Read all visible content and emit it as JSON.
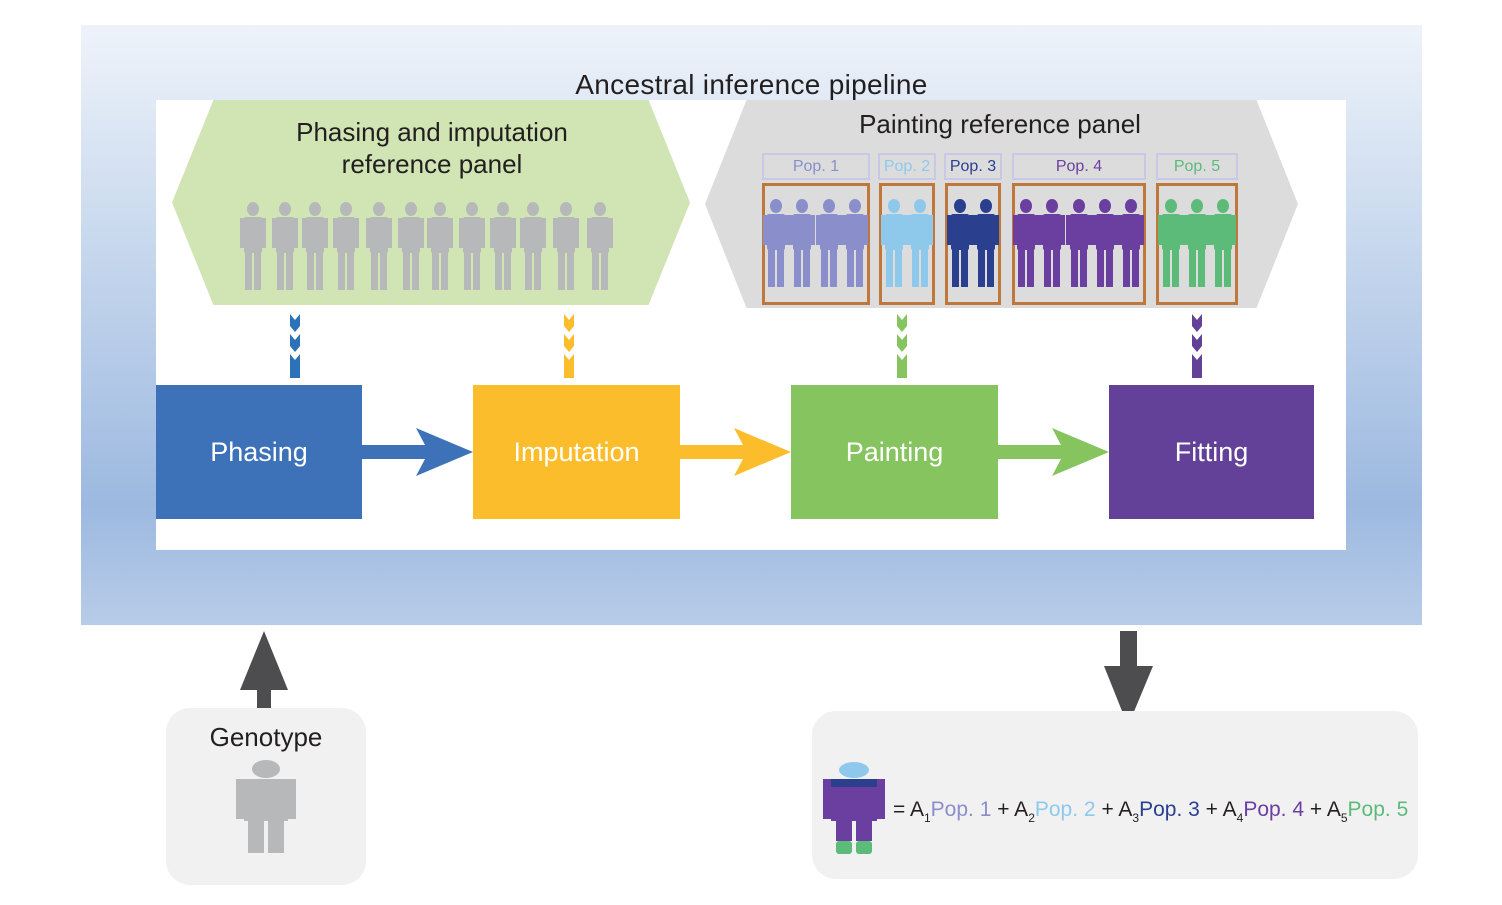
{
  "title": "Ancestral inference pipeline",
  "phasing_panel": {
    "title_line1": "Phasing and imputation",
    "title_line2": "reference panel"
  },
  "painting_panel": {
    "title": "Painting reference panel",
    "populations": [
      {
        "label": "Pop. 1",
        "color": "#8a8fcb"
      },
      {
        "label": "Pop. 2",
        "color": "#8ec9ec"
      },
      {
        "label": "Pop. 3",
        "color": "#2b3f8f"
      },
      {
        "label": "Pop. 4",
        "color": "#6b3fa0"
      },
      {
        "label": "Pop. 5",
        "color": "#5dbb7a"
      }
    ]
  },
  "stages": [
    {
      "label": "Phasing",
      "color": "#3e72b8"
    },
    {
      "label": "Imputation",
      "color": "#fbbd2c"
    },
    {
      "label": "Painting",
      "color": "#86c45f"
    },
    {
      "label": "Fitting",
      "color": "#644199"
    }
  ],
  "input": {
    "label": "Genotype"
  },
  "output": {
    "formula": {
      "equals": "=",
      "terms": [
        {
          "coef": "A",
          "sub": "1",
          "pop": "Pop. 1",
          "plus": "+"
        },
        {
          "coef": "A",
          "sub": "2",
          "pop": "Pop. 2",
          "plus": "+"
        },
        {
          "coef": "A",
          "sub": "3",
          "pop": "Pop. 3",
          "plus": "+"
        },
        {
          "coef": "A",
          "sub": "4",
          "pop": "Pop. 4",
          "plus": "+"
        },
        {
          "coef": "A",
          "sub": "5",
          "pop": "Pop. 5",
          "plus": ""
        }
      ]
    }
  },
  "colors": {
    "person_grey": "#b7b8ba",
    "arrow_dark": "#4d4d4f",
    "frame": "#c0773b"
  }
}
